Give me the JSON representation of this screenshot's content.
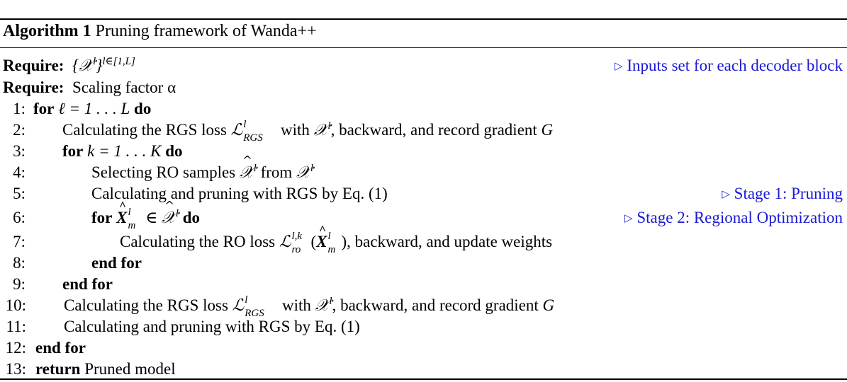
{
  "algorithm": {
    "label": "Algorithm 1",
    "title": "Pruning framework of Wanda++"
  },
  "require": [
    {
      "keyword": "Require:",
      "text": "{𝒳ˡ}",
      "sup": "l∈[1,L]",
      "comment": "Inputs set for each decoder block"
    },
    {
      "keyword": "Require:",
      "text": "Scaling factor α",
      "comment": ""
    }
  ],
  "lines": [
    {
      "n": "1:",
      "kw_pre": "for",
      "text": "ℓ = 1 . . . L",
      "kw_post": "do",
      "comment": ""
    },
    {
      "n": "2:",
      "text_a": "Calculating the RGS loss ",
      "loss": "ℒ",
      "loss_sup": "l",
      "loss_sub": "RGS",
      "text_b": " with ",
      "var": "𝒳",
      "var_sup": "l",
      "text_c": ", backward, and record gradient ",
      "g": "G",
      "comment": ""
    },
    {
      "n": "3:",
      "kw_pre": "for",
      "text": "k = 1 . . . K",
      "kw_post": "do",
      "comment": ""
    },
    {
      "n": "4:",
      "text_a": "Selecting RO samples ",
      "var": "𝒳",
      "var_sup": "l",
      "text_b": " from ",
      "var2": "𝒳",
      "var2_sup": "l",
      "comment": ""
    },
    {
      "n": "5:",
      "text": "Calculating and pruning with RGS by Eq. (1)",
      "comment": "Stage 1: Pruning"
    },
    {
      "n": "6:",
      "kw_pre": "for",
      "var": "X",
      "var_sup": "l",
      "var_sub": "m",
      "in": " ∈ ",
      "var2": "𝒳",
      "var2_sup": "l",
      "kw_post": "do",
      "comment": "Stage 2: Regional Optimization"
    },
    {
      "n": "7:",
      "text_a": "Calculating the RO loss ",
      "loss": "ℒ",
      "loss_sup": "l,k",
      "loss_sub": "ro",
      "arg": "X",
      "arg_sup": "l",
      "arg_sub": "m",
      "text_b": ", backward, and update weights",
      "comment": ""
    },
    {
      "n": "8:",
      "kw": "end for",
      "comment": ""
    },
    {
      "n": "9:",
      "kw": "end for",
      "comment": ""
    },
    {
      "n": "10:",
      "text_a": "Calculating the RGS loss ",
      "loss": "ℒ",
      "loss_sup": "l",
      "loss_sub": "RGS",
      "text_b": " with ",
      "var": "𝒳",
      "var_sup": "l",
      "text_c": ", backward, and record gradient ",
      "g": "G",
      "comment": ""
    },
    {
      "n": "11:",
      "text": "Calculating and pruning with RGS by Eq. (1)",
      "comment": ""
    },
    {
      "n": "12:",
      "kw": "end for",
      "comment": ""
    },
    {
      "n": "13:",
      "kw": "return",
      "text": " Pruned model",
      "comment": ""
    }
  ],
  "colors": {
    "comment": "#1a1ad6",
    "text": "#000000",
    "rule": "#000000"
  },
  "icons": {
    "comment_marker": "triangle-right-icon"
  }
}
